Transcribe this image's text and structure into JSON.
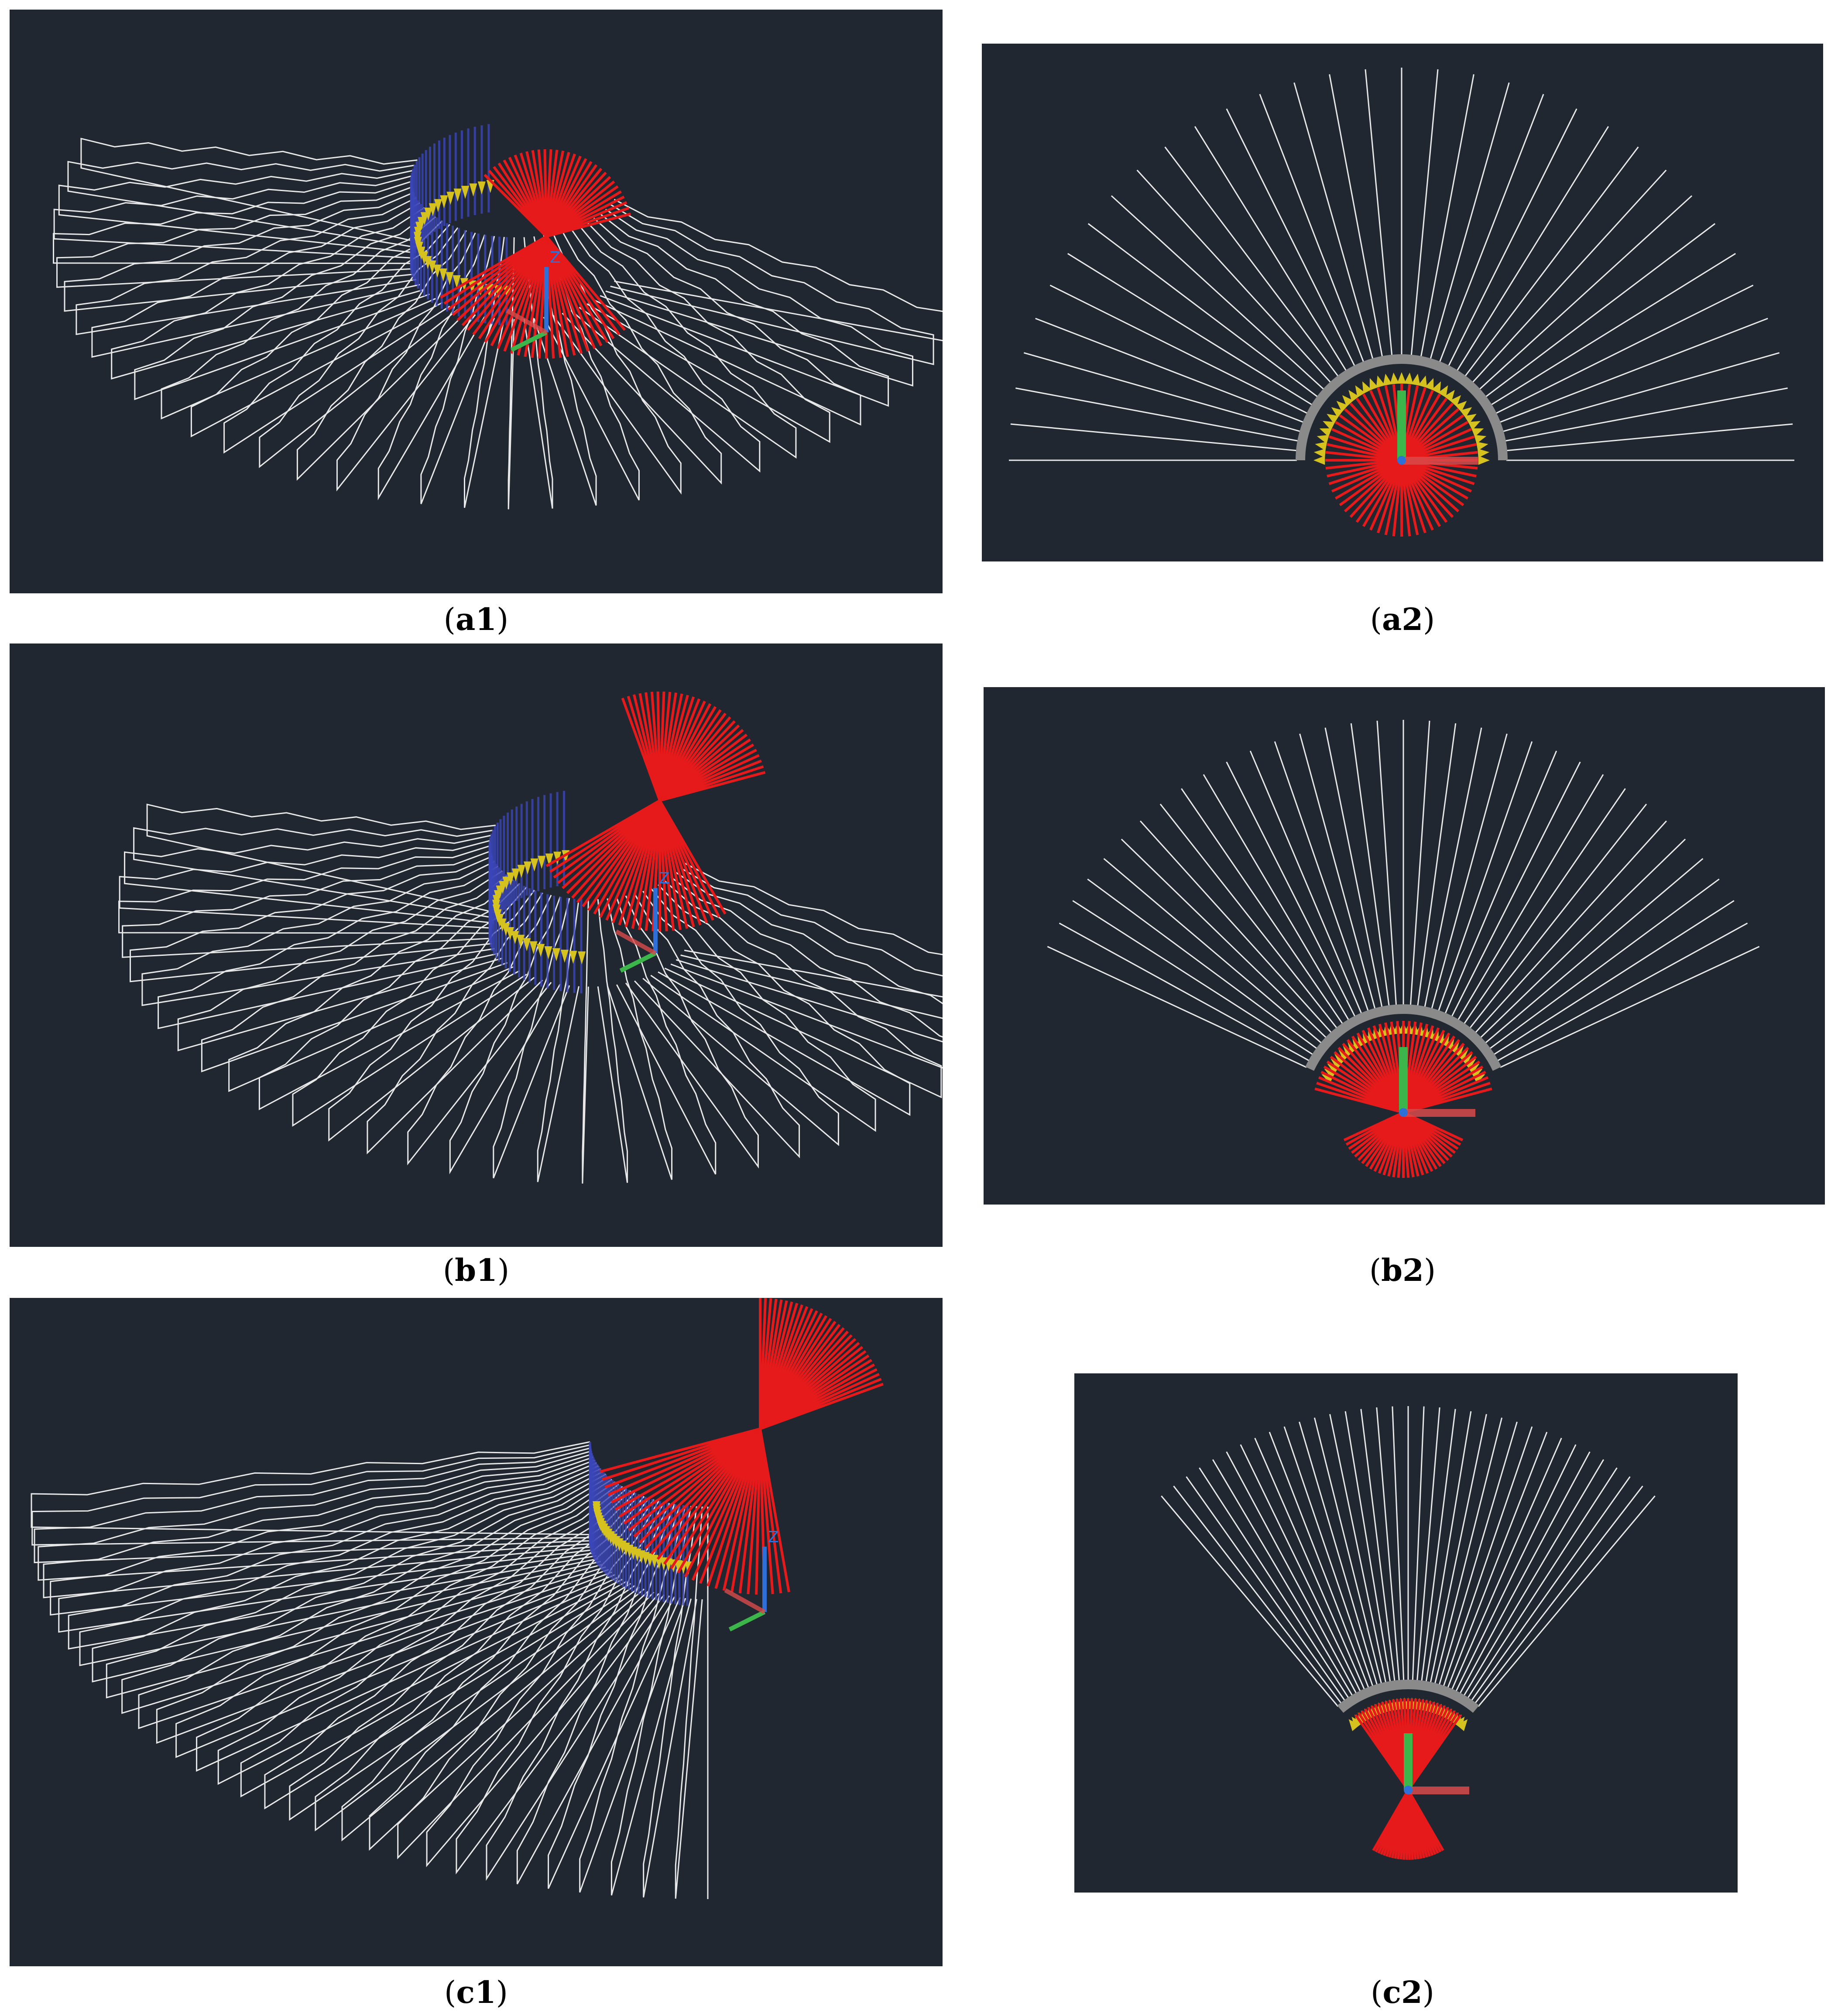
{
  "panels": {
    "a1": {
      "caption_letter": "a",
      "caption_num": "1"
    },
    "a2": {
      "caption_letter": "a",
      "caption_num": "2"
    },
    "b1": {
      "caption_letter": "b",
      "caption_num": "1"
    },
    "b2": {
      "caption_letter": "b",
      "caption_num": "2"
    },
    "c1": {
      "caption_letter": "c",
      "caption_num": "1"
    },
    "c2": {
      "caption_letter": "c",
      "caption_num": "2"
    }
  },
  "viewport": {
    "background": "#212730",
    "wire_color": "#e8e8e8",
    "blade_color": "#e61a1a",
    "arc_color": "#8a8a8a",
    "arrow_color": "#d6c21e",
    "axis_green": "#3cb54a",
    "axis_red": "#d84b4b",
    "axis_blue": "#2f6fd8",
    "wall_color": "#3b46b8",
    "axis_z_label": "Z"
  }
}
